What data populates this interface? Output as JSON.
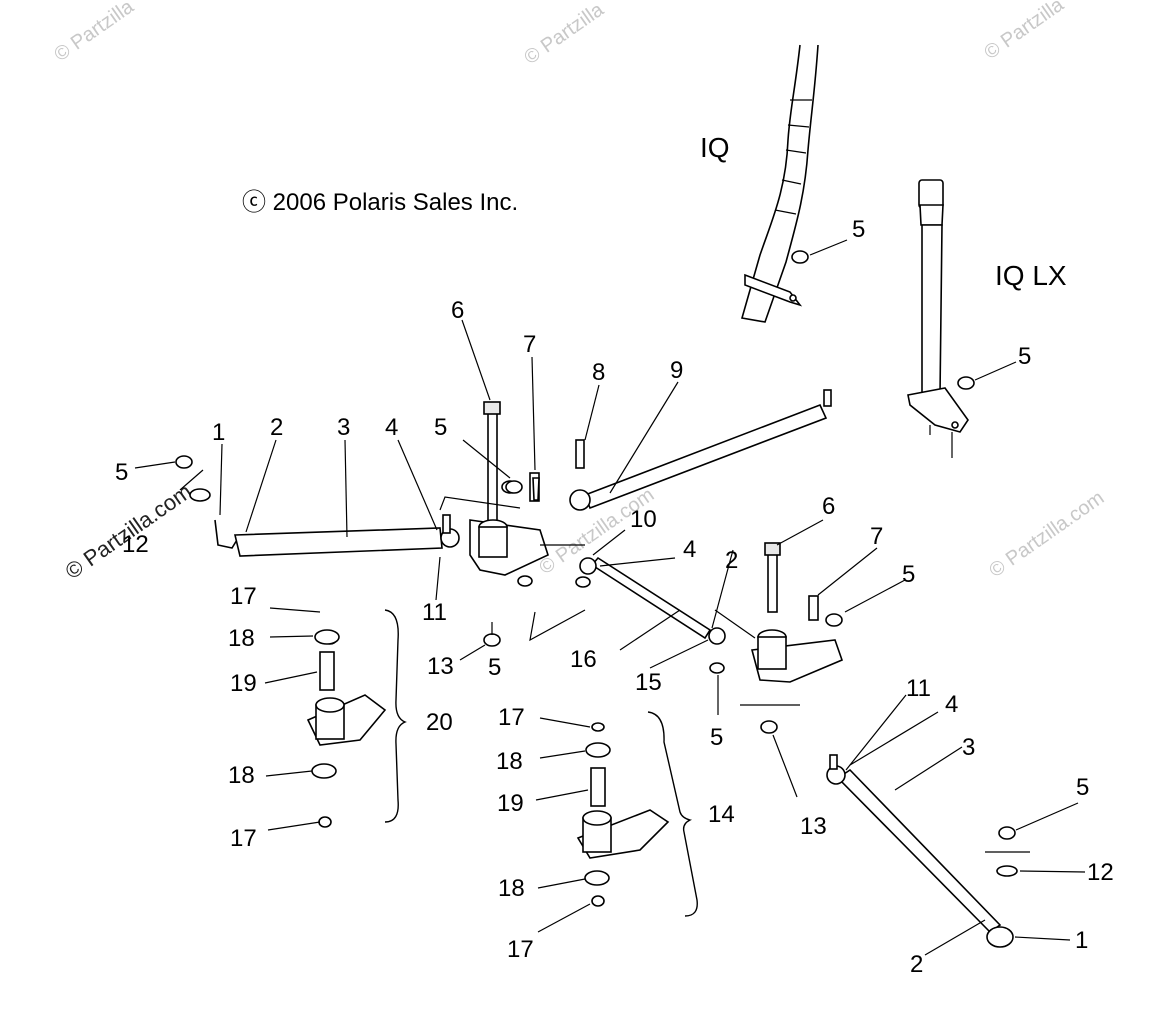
{
  "copyright": "ⓒ 2006 Polaris Sales Inc.",
  "model_labels": {
    "iq": "IQ",
    "iq_lx": "IQ LX"
  },
  "watermarks": [
    "© Partzilla",
    "© Partzilla",
    "© Partzilla",
    "© Partzilla.com",
    "© Partzilla.com",
    "© Partzilla.com"
  ],
  "callouts": {
    "c1a": "1",
    "c2a": "2",
    "c3a": "3",
    "c4a": "4",
    "c5a": "5",
    "c5b": "5",
    "c6a": "6",
    "c7a": "7",
    "c8": "8",
    "c9": "9",
    "c10": "10",
    "c4b": "4",
    "c2b": "2",
    "c6b": "6",
    "c7b": "7",
    "c5c": "5",
    "c5d": "5",
    "c5e": "5",
    "c5f": "5",
    "c5g": "5",
    "c5h": "5",
    "c11a": "11",
    "c11b": "11",
    "c4c": "4",
    "c3b": "3",
    "c12a": "12",
    "c12b": "12",
    "c13a": "13",
    "c13b": "13",
    "c14": "14",
    "c15": "15",
    "c16": "16",
    "c17a": "17",
    "c17b": "17",
    "c17c": "17",
    "c17d": "17",
    "c18a": "18",
    "c18b": "18",
    "c18c": "18",
    "c18d": "18",
    "c19a": "19",
    "c19b": "19",
    "c20": "20",
    "c1b": "1",
    "c2c": "2"
  }
}
